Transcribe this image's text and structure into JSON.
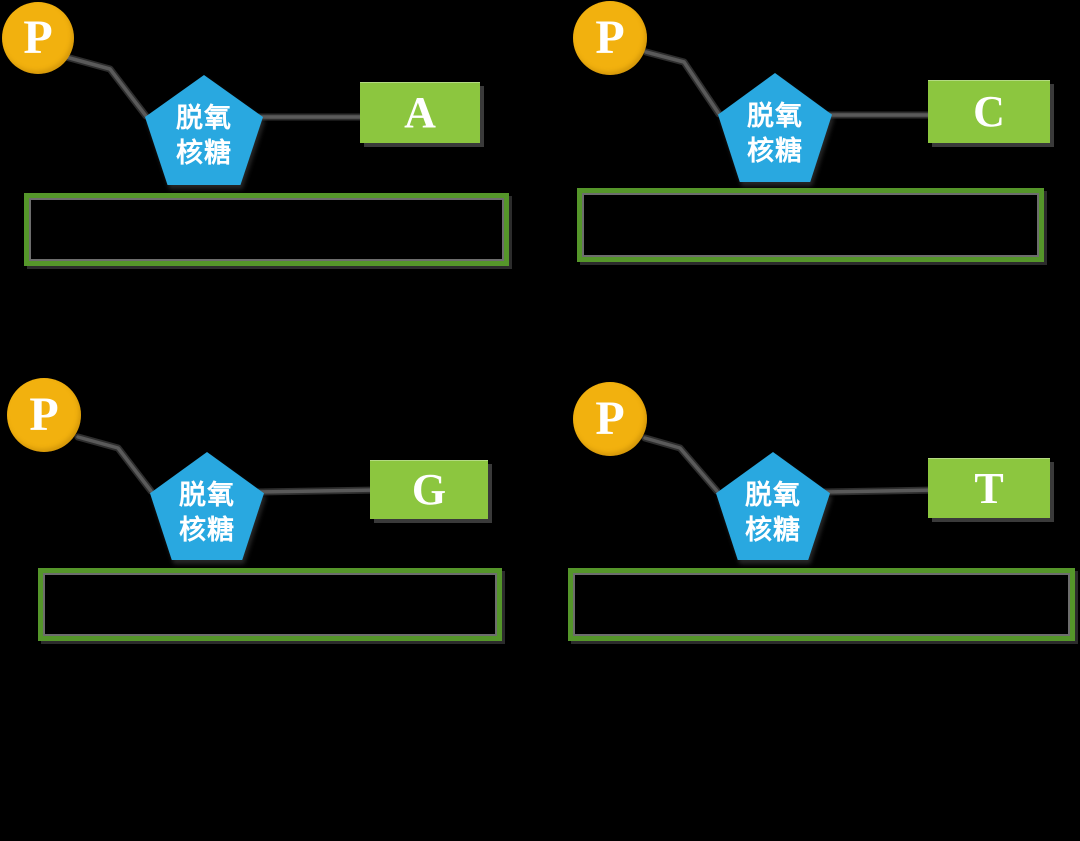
{
  "diagram": {
    "colors": {
      "background": "#000000",
      "phosphate_fill": "#F2B10E",
      "sugar_fill": "#29A8E0",
      "base_fill": "#8CC63F",
      "answer_box_border": "#55962A",
      "connector": "#4A4A4A",
      "label_text": "#FFFFFF"
    },
    "nucleotides": [
      {
        "phosphate_label": "P",
        "sugar_lines": [
          "脱氧",
          "核糖"
        ],
        "base_label": "A",
        "answer_box_value": ""
      },
      {
        "phosphate_label": "P",
        "sugar_lines": [
          "脱氧",
          "核糖"
        ],
        "base_label": "C",
        "answer_box_value": ""
      },
      {
        "phosphate_label": "P",
        "sugar_lines": [
          "脱氧",
          "核糖"
        ],
        "base_label": "G",
        "answer_box_value": ""
      },
      {
        "phosphate_label": "P",
        "sugar_lines": [
          "脱氧",
          "核糖"
        ],
        "base_label": "T",
        "answer_box_value": ""
      }
    ]
  }
}
